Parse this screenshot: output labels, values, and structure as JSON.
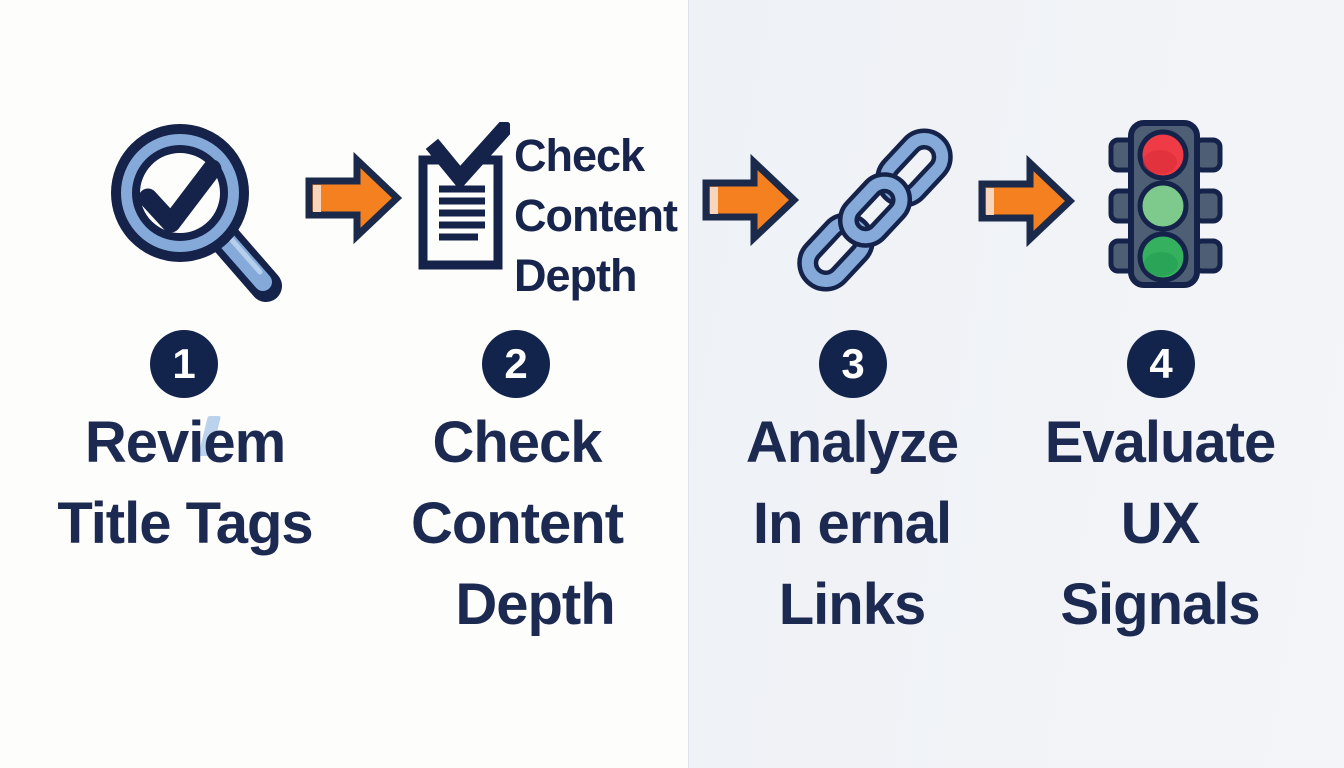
{
  "colors": {
    "canvas_left_bg": "#fdfdfb",
    "canvas_right_bg": "#f1f3f7",
    "navy_outline": "#15234a",
    "text_navy": "#1c2a52",
    "badge_navy": "#12244c",
    "arrow_orange": "#f5801f",
    "arrow_highlight": "#f8d6be",
    "icon_light_blue": "#85aad9",
    "traffic_body_slate": "#4e5f75",
    "traffic_red": "#ee3b46",
    "traffic_light_green": "#7ec98c",
    "traffic_green": "#35b05f"
  },
  "steps": [
    {
      "number": "1",
      "icon": "magnifier-check-icon",
      "label_lines": [
        "Reviem",
        "Title Tags"
      ]
    },
    {
      "number": "2",
      "icon": "document-check-icon",
      "label_lines": [
        "Check",
        "Content",
        "Depth"
      ],
      "icon_caption_lines": [
        "Check",
        "Content",
        "Depth"
      ]
    },
    {
      "number": "3",
      "icon": "chain-link-icon",
      "label_lines": [
        "Analyze",
        "In ernal",
        "Links"
      ]
    },
    {
      "number": "4",
      "icon": "traffic-light-icon",
      "label_lines": [
        "Evaluate",
        "UX",
        "Signals"
      ]
    }
  ]
}
